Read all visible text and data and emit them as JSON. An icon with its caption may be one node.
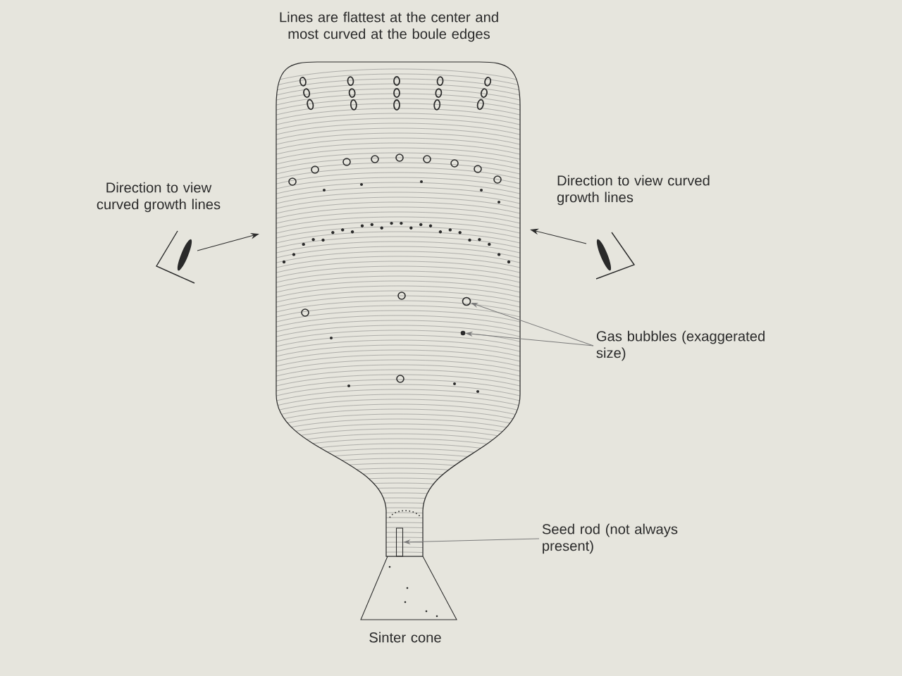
{
  "diagram": {
    "title": "Lines are flattest at the center and most curved at the boule edges",
    "nodes": [
      {
        "text": [
          "Gas bubbles (exaggerated size)"
        ]
      },
      {
        "text": [],
        "shape": "circle"
      },
      {
        "text": [],
        "shape": "circle"
      },
      {
        "text": [
          "Seed rod (not always present)"
        ]
      },
      {
        "text": [],
        "shape": "bar"
      }
    ],
    "edges": [
      {
        "from": 0,
        "to": 1,
        "arrow": "to"
      },
      {
        "from": 0,
        "to": 2,
        "arrow": "to"
      },
      {
        "from": 3,
        "to": 4,
        "arrow": "to"
      }
    ],
    "labels": [
      "Direction to view curved growth lines",
      "Direction to view curved growth lines",
      "Sinter cone"
    ]
  }
}
